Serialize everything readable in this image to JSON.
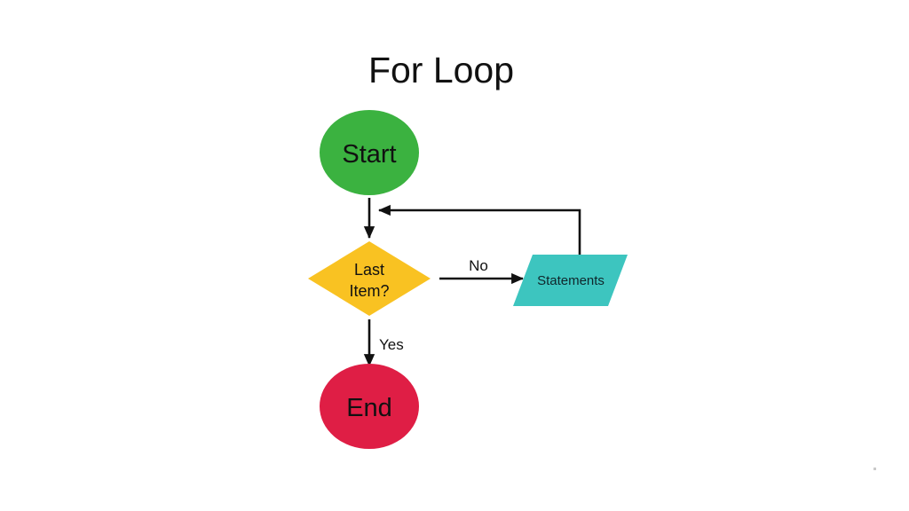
{
  "diagram": {
    "title": "For Loop",
    "type": "flowchart",
    "background_color": "#ffffff",
    "connector_color": "#111111",
    "nodes": [
      {
        "id": "start",
        "label": "Start",
        "shape": "ellipse",
        "color": "#3BB240",
        "text_color": "#111111"
      },
      {
        "id": "decision",
        "label_line1": "Last",
        "label_line2": "Item?",
        "shape": "diamond",
        "color": "#F9C222",
        "text_color": "#111111"
      },
      {
        "id": "statements",
        "label": "Statements",
        "shape": "parallelogram",
        "color": "#3DC5BF",
        "text_color": "#10262b"
      },
      {
        "id": "end",
        "label": "End",
        "shape": "ellipse",
        "color": "#DF1E45",
        "text_color": "#111111"
      }
    ],
    "edges": [
      {
        "id": "start-to-decision",
        "from": "start",
        "to": "decision",
        "label": ""
      },
      {
        "id": "decision-to-statements",
        "from": "decision",
        "to": "statements",
        "label": "No"
      },
      {
        "id": "statements-to-loop",
        "from": "statements",
        "to": "start-to-decision",
        "label": ""
      },
      {
        "id": "decision-to-end",
        "from": "decision",
        "to": "end",
        "label": "Yes"
      }
    ]
  }
}
